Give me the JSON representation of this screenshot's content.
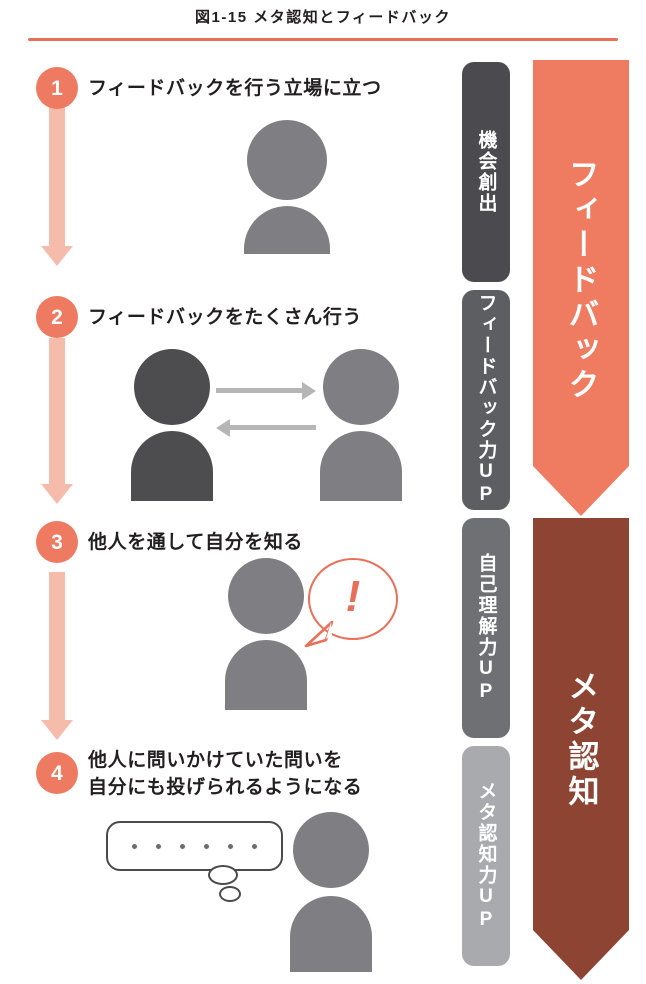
{
  "figure": {
    "title": "図1-15  メタ認知とフィードバック",
    "accent_color": "#e8705a",
    "badge_color": "#ee7a61",
    "spine_color": "#f6bcab"
  },
  "steps": [
    {
      "number": "1",
      "title": "フィードバックを行う立場に立つ",
      "illustration": "single-person"
    },
    {
      "number": "2",
      "title": "フィードバックをたくさん行う",
      "illustration": "two-people-exchange"
    },
    {
      "number": "3",
      "title": "他人を通して自分を知る",
      "illustration": "person-with-exclamation-bubble",
      "bubble_text": "!"
    },
    {
      "number": "4",
      "title": "他人に問いかけていた問いを\n自分にも投げられるようになる",
      "illustration": "person-with-thought-bubble",
      "thought_dots": 6
    }
  ],
  "outcome_bars": [
    {
      "label": "機会創出",
      "color": "#4b4b4f"
    },
    {
      "label": "フィードバック力UP",
      "color": "#5d5e61"
    },
    {
      "label": "自己理解力UP",
      "color": "#6e7073"
    },
    {
      "label": "メタ認知力UP",
      "color": "#a8aaad"
    }
  ],
  "banners": [
    {
      "label": "フィードバック",
      "color": "#ef7b61"
    },
    {
      "label": "メタ認知",
      "color": "#8d4433"
    }
  ],
  "people_colors": {
    "dark": "#4d4d4f",
    "medium": "#7f7f83",
    "arrow": "#b6b6b6"
  }
}
